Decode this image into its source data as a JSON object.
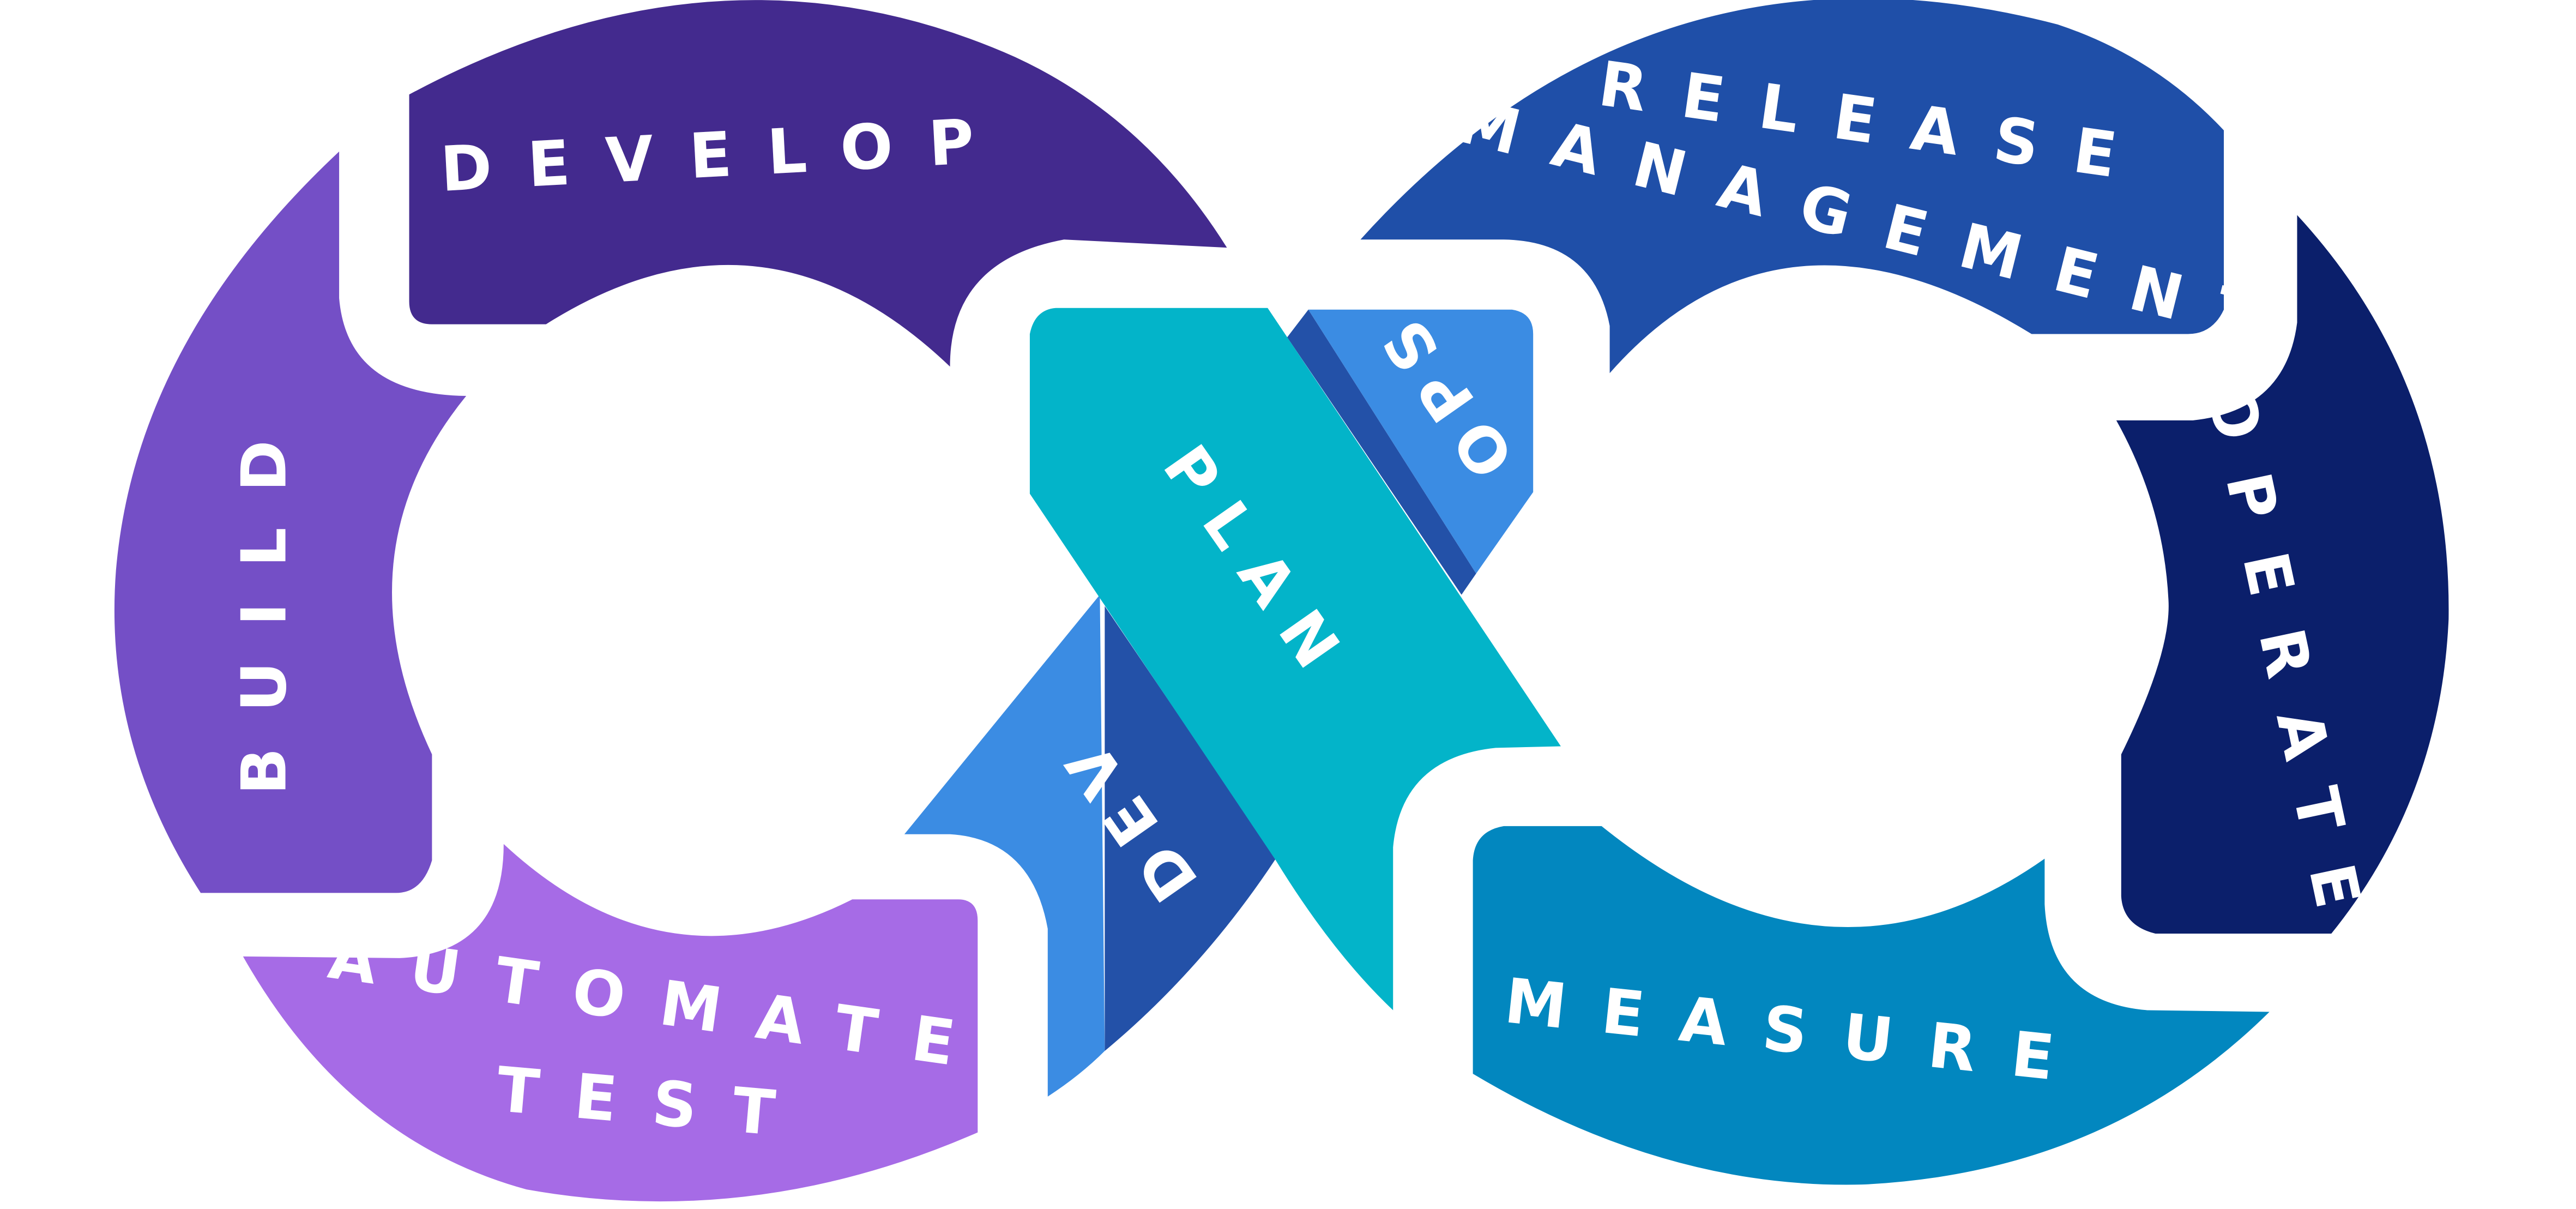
{
  "segments": {
    "develop": {
      "label": "DEVELOP",
      "color": "#432A8E"
    },
    "build": {
      "label": "BUILD",
      "color": "#744FC6"
    },
    "automated_test": {
      "line1": "AUTOMATED",
      "line2": "TEST",
      "color": "#A66BE6"
    },
    "release_management": {
      "line1": "RELEASE",
      "line2": "MANAGEMENT",
      "color": "#1F4FA8"
    },
    "operate": {
      "label": "OPERATE",
      "color": "#0B1F6B"
    },
    "measure": {
      "label": "MEASURE",
      "color": "#0287BF"
    }
  },
  "center": {
    "plan": {
      "label": "PLAN",
      "color": "#03B4C9"
    },
    "ops": {
      "label": "OPS",
      "color": "#3B8CE3",
      "shade": "#2351A8"
    },
    "dev": {
      "label": "DEV",
      "color": "#3B8CE3",
      "shade": "#2351A8"
    }
  }
}
